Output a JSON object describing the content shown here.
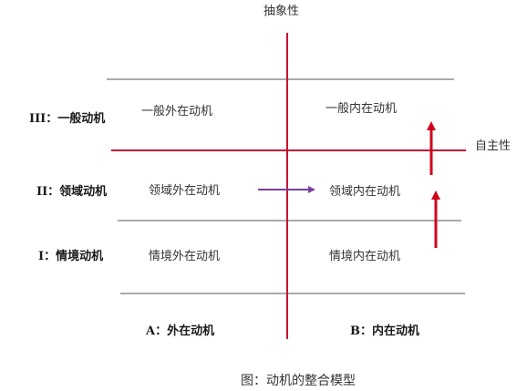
{
  "axes": {
    "vertical_label": "抽象性",
    "horizontal_label": "自主性"
  },
  "levels": [
    {
      "label": "III：一般动机"
    },
    {
      "label": "II：领域动机"
    },
    {
      "label": "I：情境动机"
    }
  ],
  "cells": {
    "general_external": "一般外在动机",
    "general_internal": "一般内在动机",
    "domain_external": "领域外在动机",
    "domain_internal": "领域内在动机",
    "situation_external": "情境外在动机",
    "situation_internal": "情境内在动机"
  },
  "columns": {
    "a": "A：外在动机",
    "b": "B：内在动机"
  },
  "caption": "图：动机的整合模型",
  "colors": {
    "axis_red": "#c8102e",
    "divider_gray": "#555555",
    "arrow_purple": "#7b3fa0"
  }
}
